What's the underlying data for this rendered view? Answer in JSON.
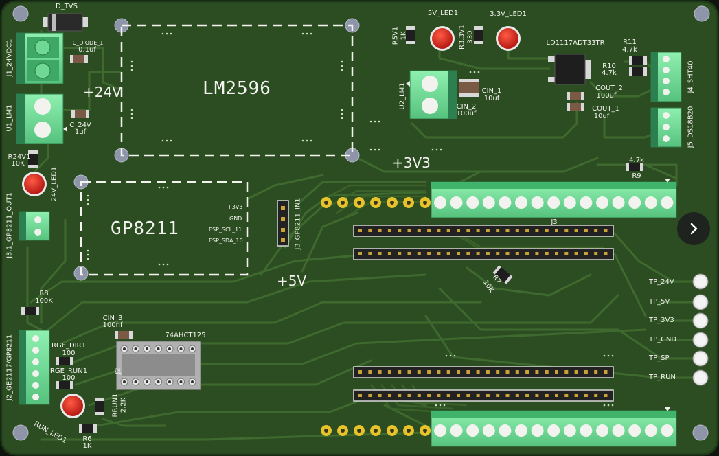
{
  "labels": {
    "d_tvs": "D_TVS",
    "c_diode_1": "C_DIODE_1",
    "c_diode_val": "0.1uf",
    "j1_24vdc1": "J1_24VDC1",
    "u1_lm1": "U1_LM1",
    "c_24v": "C_24V",
    "c_24v_val": "1uf",
    "plus24v": "+24V",
    "lm2596": "LM2596",
    "r24v1": "R24V1",
    "r24v1_val": "10K",
    "led_24v": "24V_LED1",
    "j3_1_gp8211_out1": "J3.1_GP8211_OUT1",
    "gp8211": "GP8211",
    "pin_3v3": "+3V3",
    "pin_gnd": "GND",
    "pin_scl": "ESP_SCL_11",
    "pin_sda": "ESP_SDA_10",
    "j3_gp8211_in1": "J3_GP8211_IN1",
    "plus5v": "+5V",
    "plus3v3": "+3V3",
    "led_5v": "5V_LED1",
    "led_3v3": "3.3V_LED1",
    "r5v1": "R5V1",
    "r5v1_val": "1K",
    "r3v31": "R3.3V1",
    "r3v31_val": "330",
    "ld1117": "LD1117ADT33TR",
    "r11": "R11",
    "r11_val": "4.7k",
    "r10": "R10",
    "r10_val": "4.7k",
    "u2_lm1": "U2_LM1",
    "cin_1": "CIN_1",
    "cin_1_val": "10uf",
    "cin_2": "CIN_2",
    "cin_2_val": "100uf",
    "cout_2": "COUT_2",
    "cout_2_val": "100uf",
    "cout_1": "COUT_1",
    "cout_1_val": "10uf",
    "j4_sht40": "J4_SHT40",
    "j5_ds18b20": "J5_DS18B20",
    "r9_val": "4.7k",
    "r9": "R9",
    "j3": "J3",
    "r7": "R7",
    "r7_val": "10K",
    "r8": "R8",
    "r8_val": "100K",
    "cin_3": "CIN_3",
    "cin_3_val": "100nf",
    "ic_74ahct125": "74AHCT125",
    "j2_ic": "J2",
    "j2_ge2117": "J2_GE2117/GP8211",
    "rge_dir1": "RGE_DIR1",
    "rge_dir1_val": "100",
    "rge_run1": "RGE_RUN1",
    "rge_run1_val": "100",
    "rrun1": "RRUN1",
    "rrun1_val": "2.2K",
    "run_led1": "RUN_LED1",
    "r6": "R6",
    "r6_val": "1K",
    "tp_24v": "TP_24V",
    "tp_5v": "TP_5V",
    "tp_3v3": "TP_3V3",
    "tp_gnd": "TP_GND",
    "tp_sp": "TP_SP",
    "tp_run": "TP_RUN"
  },
  "colors": {
    "board": "#2c4d21",
    "trace": "#3f6a2f",
    "silkscreen": "#f2f2ee",
    "terminal_green": "#7fe6a0",
    "led_red": "#e0241c",
    "pad_gold": "#e6c32a"
  },
  "nav": {
    "next_icon": "chevron-right-icon"
  }
}
